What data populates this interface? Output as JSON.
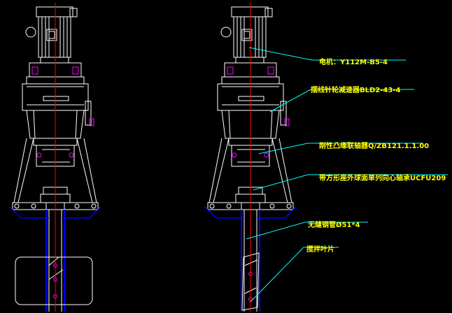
{
  "drawing": {
    "colors": {
      "background": "#000000",
      "outline": "#ffffff",
      "centerline": "#ff0000",
      "shaft": "#0000ff",
      "leader": "#00ffff",
      "label": "#ffff00",
      "accent": "#ff00ff"
    },
    "annotations": [
      {
        "id": "motor",
        "text": "电机：Y112M-B5-4"
      },
      {
        "id": "reducer",
        "text": "摆线针轮减速器BLD2-43-4"
      },
      {
        "id": "coupling",
        "text": "刚性凸缘联轴器Q/ZB121.1.1.00"
      },
      {
        "id": "bearing",
        "text": "带方形座外球面单列向心轴承UCFU209"
      },
      {
        "id": "pipe",
        "text": "无缝钢管Ø51*4"
      },
      {
        "id": "blade",
        "text": "搅拌叶片"
      }
    ]
  }
}
